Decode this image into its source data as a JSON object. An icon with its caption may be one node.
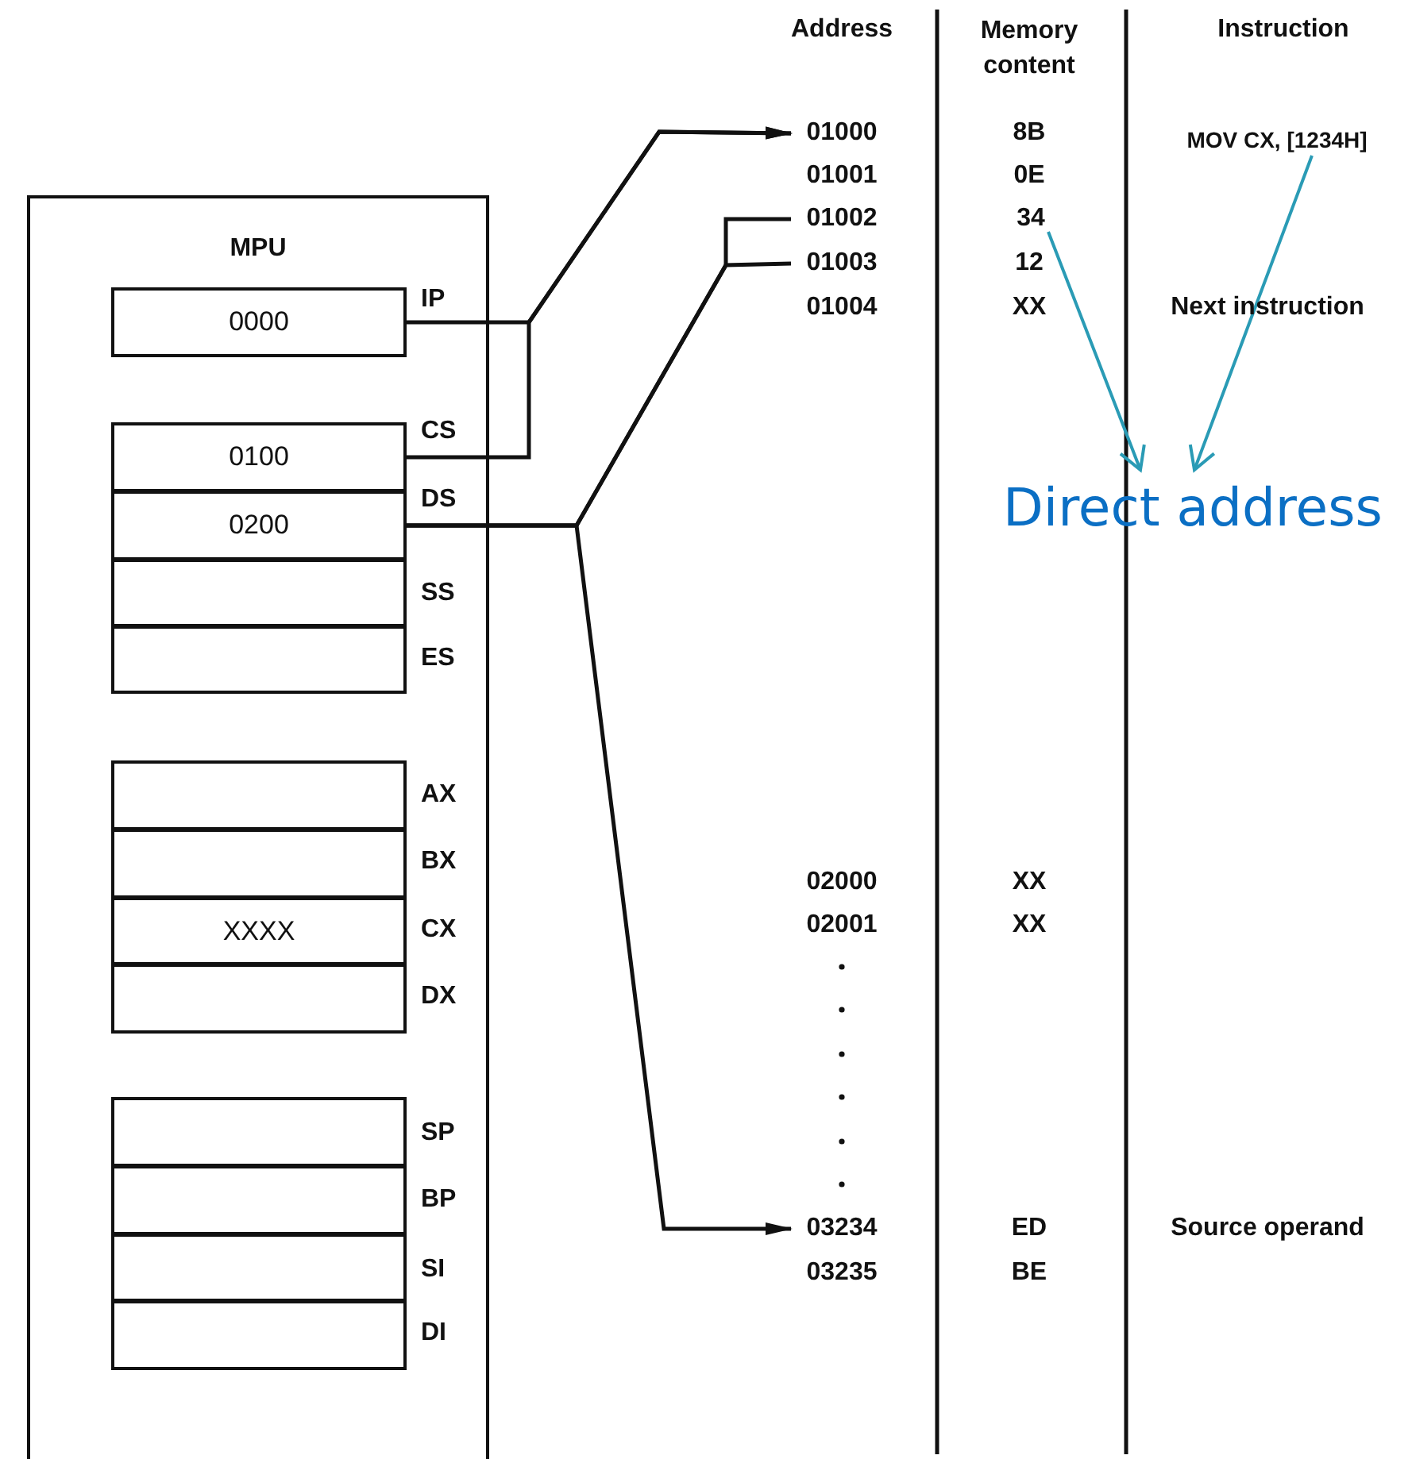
{
  "diagram": {
    "nodes": [
      {
        "text": [
          "MPU"
        ]
      },
      {
        "text": [
          "0000"
        ],
        "beside": [
          "IP"
        ],
        "in": 0
      },
      {
        "text": [
          "0100"
        ],
        "beside": [
          "CS"
        ],
        "in": 0
      },
      {
        "text": [
          "0200"
        ],
        "beside": [
          "DS"
        ],
        "in": 0
      },
      {
        "text": [],
        "shape": "box",
        "beside": [
          "SS"
        ],
        "in": 0
      },
      {
        "text": [],
        "shape": "box",
        "beside": [
          "ES"
        ],
        "in": 0
      },
      {
        "text": [],
        "shape": "box",
        "beside": [
          "AX"
        ],
        "in": 0
      },
      {
        "text": [],
        "shape": "box",
        "beside": [
          "BX"
        ],
        "in": 0
      },
      {
        "text": [
          "XXXX"
        ],
        "beside": [
          "CX"
        ],
        "in": 0
      },
      {
        "text": [],
        "shape": "box",
        "beside": [
          "DX"
        ],
        "in": 0
      },
      {
        "text": [],
        "shape": "box",
        "beside": [
          "SP"
        ],
        "in": 0
      },
      {
        "text": [],
        "shape": "box",
        "beside": [
          "BP"
        ],
        "in": 0
      },
      {
        "text": [],
        "shape": "box",
        "beside": [
          "SI"
        ],
        "in": 0
      },
      {
        "text": [],
        "shape": "box",
        "beside": [
          "DI"
        ],
        "in": 0
      },
      {
        "text": [
          "01000"
        ]
      },
      {
        "text": [
          "01002"
        ]
      },
      {
        "text": [
          "01003"
        ]
      },
      {
        "text": [
          "03234"
        ]
      },
      {
        "text": [
          "34"
        ]
      },
      {
        "text": [
          "MOV CX, [1234H]"
        ]
      },
      {
        "text": [
          "Direct address"
        ]
      }
    ],
    "edges": [
      {
        "from": 1,
        "to": 14,
        "arrow": "to"
      },
      {
        "from": 2,
        "to": 14,
        "arrow": "to"
      },
      {
        "from": 3,
        "to": 15,
        "arrow": "none"
      },
      {
        "from": 3,
        "to": 16,
        "arrow": "none"
      },
      {
        "from": 3,
        "to": 17,
        "arrow": "to"
      },
      {
        "from": 18,
        "to": 20,
        "arrow": "to",
        "color": "#2a9bb5"
      },
      {
        "from": 19,
        "to": 20,
        "arrow": "to",
        "color": "#2a9bb5"
      }
    ],
    "labels": [
      "Address",
      "Memory content",
      "Instruction",
      "8B",
      "01001",
      "0E",
      "12",
      "01004",
      "XX",
      "Next instruction",
      "02000",
      "XX",
      "02001",
      "XX",
      "ED",
      "Source operand",
      "03235",
      "BE"
    ]
  }
}
